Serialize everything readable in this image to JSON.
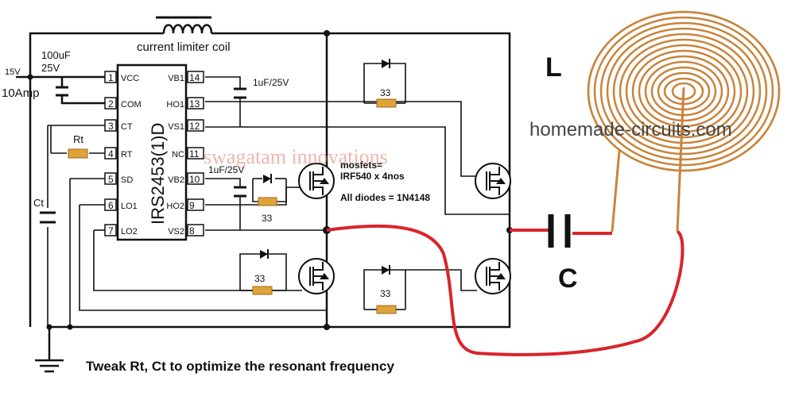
{
  "coil_label": "current limiter coil",
  "supply": {
    "voltage": "15V",
    "current": "10Amp"
  },
  "cap_main": {
    "value": "100uF",
    "voltage": "25V"
  },
  "cap_vb1": "1uF/25V",
  "cap_vb2": "1uF/25V",
  "resistor_rt": "Rt",
  "cap_ct": "Ct",
  "ic": {
    "name": "IRS2453(1)D",
    "left_pins": [
      {
        "num": "1",
        "name": "VCC"
      },
      {
        "num": "2",
        "name": "COM"
      },
      {
        "num": "3",
        "name": "CT"
      },
      {
        "num": "4",
        "name": "RT"
      },
      {
        "num": "5",
        "name": "SD"
      },
      {
        "num": "6",
        "name": "LO1"
      },
      {
        "num": "7",
        "name": "LO2"
      }
    ],
    "right_pins": [
      {
        "num": "14",
        "name": "VB1"
      },
      {
        "num": "13",
        "name": "HO1"
      },
      {
        "num": "12",
        "name": "VS1"
      },
      {
        "num": "11",
        "name": "NC"
      },
      {
        "num": "10",
        "name": "VB2"
      },
      {
        "num": "9",
        "name": "HO2"
      },
      {
        "num": "8",
        "name": "VS2"
      }
    ]
  },
  "gate_resistors": {
    "r1": "33",
    "r2": "33",
    "r3": "33",
    "r4": "33"
  },
  "notes": {
    "mosfets": "mosfets=",
    "mosfet_part": "IRF540 x 4nos",
    "diodes": "All diodes = 1N4148"
  },
  "watermark": "swagatam innovations",
  "site": "homemade-circuits.com",
  "inductor_label": "L",
  "capacitor_label": "C",
  "caption": "Tweak Rt, Ct to optimize the resonant frequency",
  "colors": {
    "wire": "#111111",
    "red_wire": "#d8252a",
    "coil": "#c8843c",
    "resistor": "#e0a33a",
    "watermark": "#e27a6a",
    "site": "#444444"
  }
}
